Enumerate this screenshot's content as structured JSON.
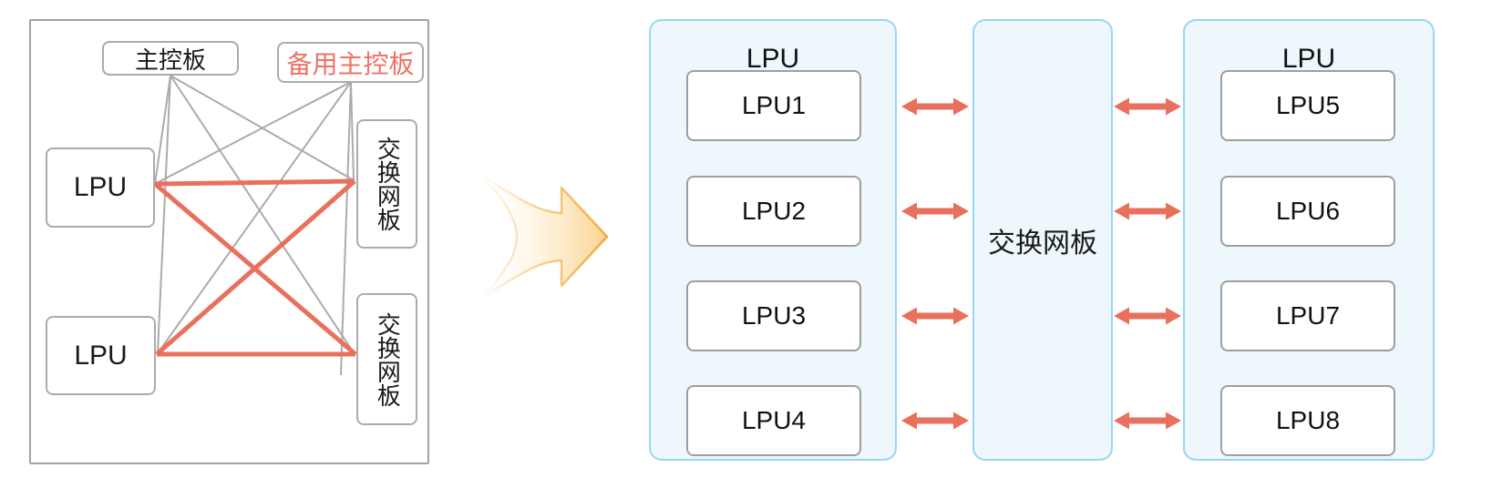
{
  "legacy_diagram": {
    "main_board_label": "主控板",
    "backup_board_label": "备用主控板",
    "lpu_top_label": "LPU",
    "lpu_bottom_label": "LPU",
    "switch_board_top_label": "交换网板",
    "switch_board_bottom_label": "交换网板",
    "connections": {
      "control_links": [
        [
          "主控板",
          "LPU(上)"
        ],
        [
          "主控板",
          "LPU(下)"
        ],
        [
          "主控板",
          "交换网板(上)"
        ],
        [
          "主控板",
          "交换网板(下)"
        ],
        [
          "备用主控板",
          "LPU(上)"
        ],
        [
          "备用主控板",
          "LPU(下)"
        ],
        [
          "备用主控板",
          "交换网板(上)"
        ],
        [
          "备用主控板",
          "交换网板(下)"
        ]
      ],
      "data_links": [
        [
          "LPU(上)",
          "交换网板(上)"
        ],
        [
          "LPU(上)",
          "交换网板(下)"
        ],
        [
          "LPU(下)",
          "交换网板(上)"
        ],
        [
          "LPU(下)",
          "交换网板(下)"
        ]
      ],
      "control_link_color": "#ababab",
      "data_link_color": "#e8705c"
    }
  },
  "detail_diagram": {
    "left_group": {
      "title": "LPU",
      "cards": [
        "LPU1",
        "LPU2",
        "LPU3",
        "LPU4"
      ]
    },
    "switch_panel_label": "交换网板",
    "right_group": {
      "title": "LPU",
      "cards": [
        "LPU5",
        "LPU6",
        "LPU7",
        "LPU8"
      ]
    },
    "bidirectional_links": [
      [
        "LPU1",
        "交换网板"
      ],
      [
        "LPU2",
        "交换网板"
      ],
      [
        "LPU3",
        "交换网板"
      ],
      [
        "LPU4",
        "交换网板"
      ],
      [
        "交换网板",
        "LPU5"
      ],
      [
        "交换网板",
        "LPU6"
      ],
      [
        "交换网板",
        "LPU7"
      ],
      [
        "交换网板",
        "LPU8"
      ]
    ]
  },
  "colors": {
    "panel_fill": "#edf7fc",
    "panel_border": "#98d6f2",
    "box_border_gray": "#ababab",
    "accent_red": "#e8705c",
    "backup_text_red": "#ee7265",
    "transform_arrow_orange": "#f1a93f",
    "text_black": "#1a1a1a"
  }
}
